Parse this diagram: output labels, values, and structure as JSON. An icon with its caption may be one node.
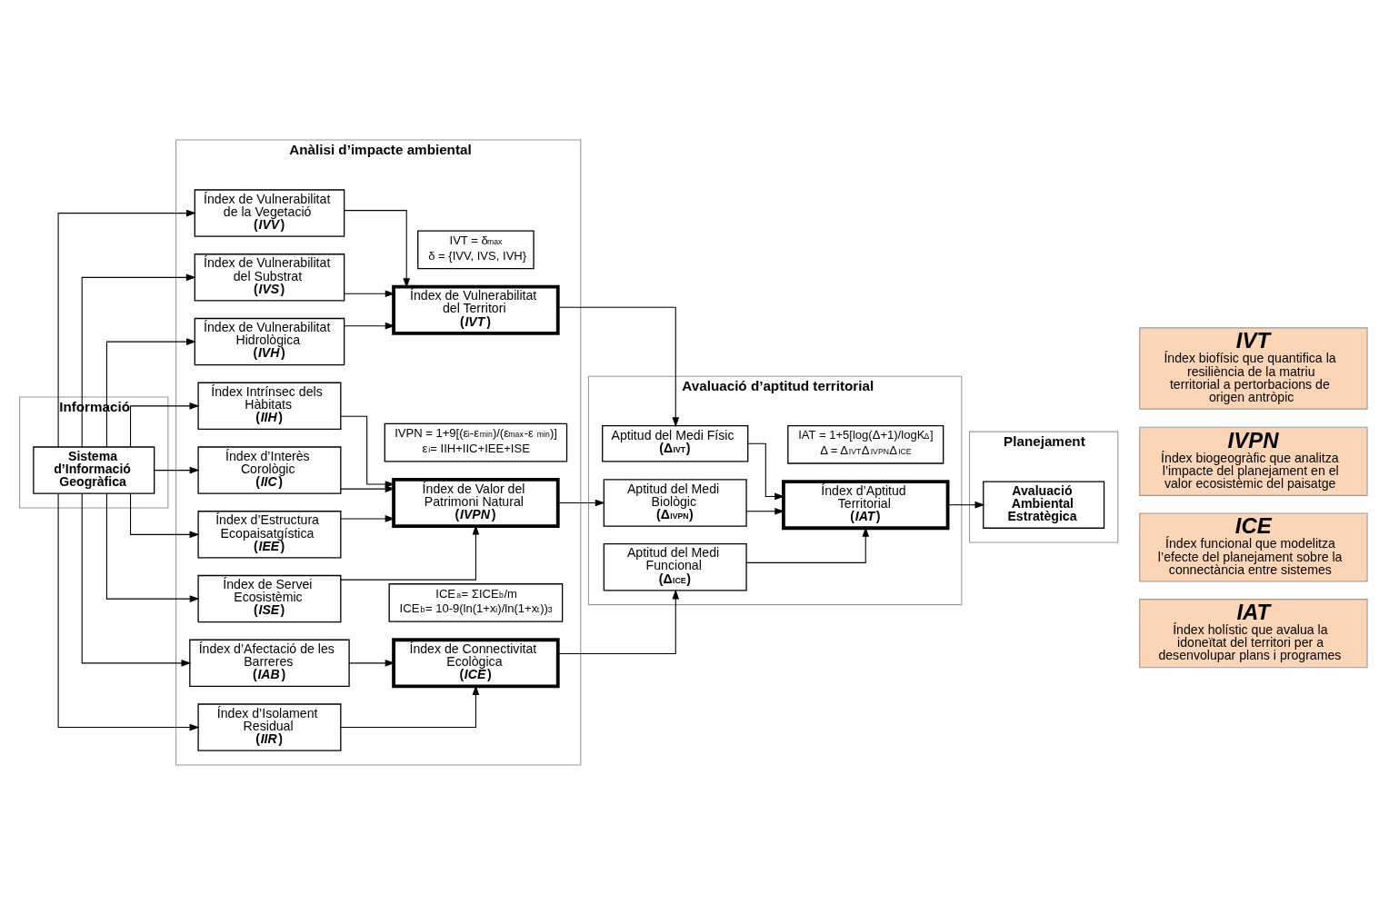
{
  "diagram": {
    "nodes": [
      {
        "text": [
          "Informació"
        ]
      },
      {
        "text": [
          "Anàlisi d’impacte ambiental"
        ]
      },
      {
        "text": [
          "Avaluació d’aptitud territorial"
        ]
      },
      {
        "text": [
          "Planejament"
        ]
      },
      {
        "text": [
          "Sistema d’Informació Geogràfica"
        ],
        "in": 0
      },
      {
        "text": [
          "Índex de Vulnerabilitat de la Vegetació",
          "(*IVV*)"
        ],
        "in": 1
      },
      {
        "text": [
          "Índex de Vulnerabilitat del Substrat",
          "(*IVS*)"
        ],
        "in": 1
      },
      {
        "text": [
          "Índex de Vulnerabilitat Hidrològica",
          "(*IVH*)"
        ],
        "in": 1
      },
      {
        "text": [
          "Índex Intrínsec dels Hàbitats",
          "(*IIH*)"
        ],
        "in": 1
      },
      {
        "text": [
          "Índex d’Interès Corològic",
          "(*IIC*)"
        ],
        "in": 1
      },
      {
        "text": [
          "Índex d’Estructura Ecopaisatgística",
          "(*IEE*)"
        ],
        "in": 1
      },
      {
        "text": [
          "Índex de Servei Ecosistèmic",
          "(*ISE*)"
        ],
        "in": 1
      },
      {
        "text": [
          "Índex d’Afectació de les Barreres",
          "(*IAB*)"
        ],
        "in": 1
      },
      {
        "text": [
          "Índex d’Isolament Residual",
          "(*IIR*)"
        ],
        "in": 1
      },
      {
        "text": [
          "Índex de Vulnerabilitat del Territori",
          "(*IVT*)"
        ],
        "in": 1
      },
      {
        "text": [
          "IVT = δ$_{max}$",
          "δ = {IVV, IVS, IVH}"
        ],
        "in": 1
      },
      {
        "text": [
          "Índex de Valor del Patrimoni Natural",
          "(*IVPN*)"
        ],
        "in": 1
      },
      {
        "text": [
          "IVPN = 1+9[(ε$_{i}$-ε$_{min}$)/(ε$_{max}$-ε $_{min}$)]",
          "ε$_{i}$= IIH+IIC+IEE+ISE"
        ],
        "in": 1
      },
      {
        "text": [
          "Índex de Connectivitat Ecològica",
          "(*ICE*)"
        ],
        "in": 1
      },
      {
        "text": [
          "ICE$_{a}$= ΣICE$_{b}$/m",
          "ICE$_{b}$= 10-9(ln(1+x$_{i}$)/ln(1+x$_{t}$))$^{3}$"
        ],
        "in": 1
      },
      {
        "text": [
          "Aptitud del Medi Físic",
          "(Δ$_{IVT}$)"
        ],
        "in": 2
      },
      {
        "text": [
          "Aptitud del Medi Biològic",
          "(Δ$_{IVPN}$)"
        ],
        "in": 2
      },
      {
        "text": [
          "Aptitud del Medi Funcional",
          "(Δ$_{ICE}$)"
        ],
        "in": 2
      },
      {
        "text": [
          "Índex d’Aptitud Territorial",
          "(*IAT*)"
        ],
        "in": 2
      },
      {
        "text": [
          "IAT = 1+5[log(Δ+1)/logK$_{Δ}$]",
          "Δ = Δ$_{IVT}$Δ$_{IVPN}$Δ$_{ICE}$"
        ],
        "in": 2
      },
      {
        "text": [
          "Avaluació Ambiental Estratègica"
        ],
        "in": 3
      },
      {
        "text": [
          "IVT",
          "Índex biofísic que quantifica la resiliència de la matriu territorial a pertorbacions de origen antròpic"
        ]
      },
      {
        "text": [
          "IVPN",
          "Índex biogeogràfic que analitza l’impacte del planejament en el valor ecosistèmic del paisatge"
        ]
      },
      {
        "text": [
          "ICE",
          "Índex funcional que modelitza l’efecte del planejament sobre la connectància entre sistemes"
        ]
      },
      {
        "text": [
          "IAT",
          "Índex holístic que avalua la idoneïtat del territori per a desenvolupar plans i programes"
        ]
      }
    ],
    "edges": [
      {
        "from": 4,
        "to": 5,
        "arrow": "to"
      },
      {
        "from": 4,
        "to": 6,
        "arrow": "to"
      },
      {
        "from": 4,
        "to": 7,
        "arrow": "to"
      },
      {
        "from": 4,
        "to": 8,
        "arrow": "to"
      },
      {
        "from": 4,
        "to": 9,
        "arrow": "to"
      },
      {
        "from": 4,
        "to": 10,
        "arrow": "to"
      },
      {
        "from": 4,
        "to": 11,
        "arrow": "to"
      },
      {
        "from": 4,
        "to": 12,
        "arrow": "to"
      },
      {
        "from": 4,
        "to": 13,
        "arrow": "to"
      },
      {
        "from": 5,
        "to": 14,
        "arrow": "to"
      },
      {
        "from": 6,
        "to": 14,
        "arrow": "to"
      },
      {
        "from": 7,
        "to": 14,
        "arrow": "to"
      },
      {
        "from": 8,
        "to": 16,
        "arrow": "to"
      },
      {
        "from": 9,
        "to": 16,
        "arrow": "to"
      },
      {
        "from": 10,
        "to": 16,
        "arrow": "to"
      },
      {
        "from": 11,
        "to": 16,
        "arrow": "to"
      },
      {
        "from": 12,
        "to": 18,
        "arrow": "to"
      },
      {
        "from": 13,
        "to": 18,
        "arrow": "to"
      },
      {
        "from": 14,
        "to": 20,
        "arrow": "to"
      },
      {
        "from": 16,
        "to": 21,
        "arrow": "to"
      },
      {
        "from": 18,
        "to": 22,
        "arrow": "to"
      },
      {
        "from": 20,
        "to": 23,
        "arrow": "to"
      },
      {
        "from": 21,
        "to": 23,
        "arrow": "to"
      },
      {
        "from": 22,
        "to": 23,
        "arrow": "to"
      },
      {
        "from": 23,
        "to": 25,
        "arrow": "to"
      }
    ]
  }
}
